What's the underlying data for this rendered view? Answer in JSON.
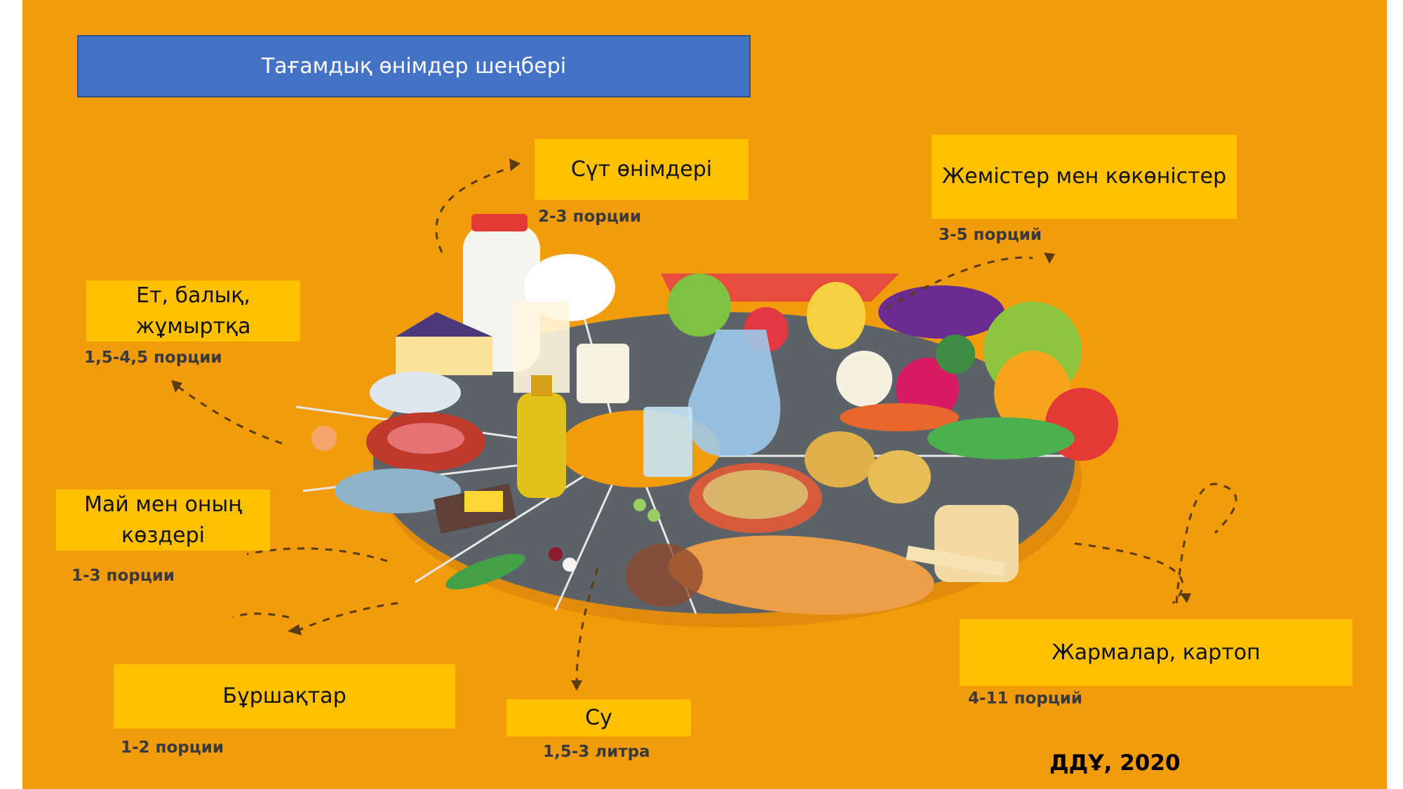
{
  "title": "Тағамдық өнімдер шеңбері",
  "groups": {
    "dairy": {
      "label": "Сүт өнімдері",
      "portion": "2-3 порции"
    },
    "fruits_vegetables": {
      "label": "Жемістер мен көкөністер",
      "portion": "3-5 порций"
    },
    "meat_fish_eggs": {
      "label": "Ет, балық, жұмыртқа",
      "portion": "1,5-4,5 порции"
    },
    "fats": {
      "label": "Май мен оның көздері",
      "portion": "1-3 порции"
    },
    "legumes": {
      "label": "Бұршақтар",
      "portion": "1-2 порции"
    },
    "water": {
      "label": "Су",
      "portion": "1,5-3 литра"
    },
    "grains_potatoes": {
      "label": "Жармалар, картоп",
      "portion": "4-11 порций"
    }
  },
  "source": "ДДҰ, 2020",
  "colors": {
    "background": "#f29c0b",
    "title_box": "#4472c4",
    "label_box": "#ffc000",
    "plate": "#5b6369"
  }
}
